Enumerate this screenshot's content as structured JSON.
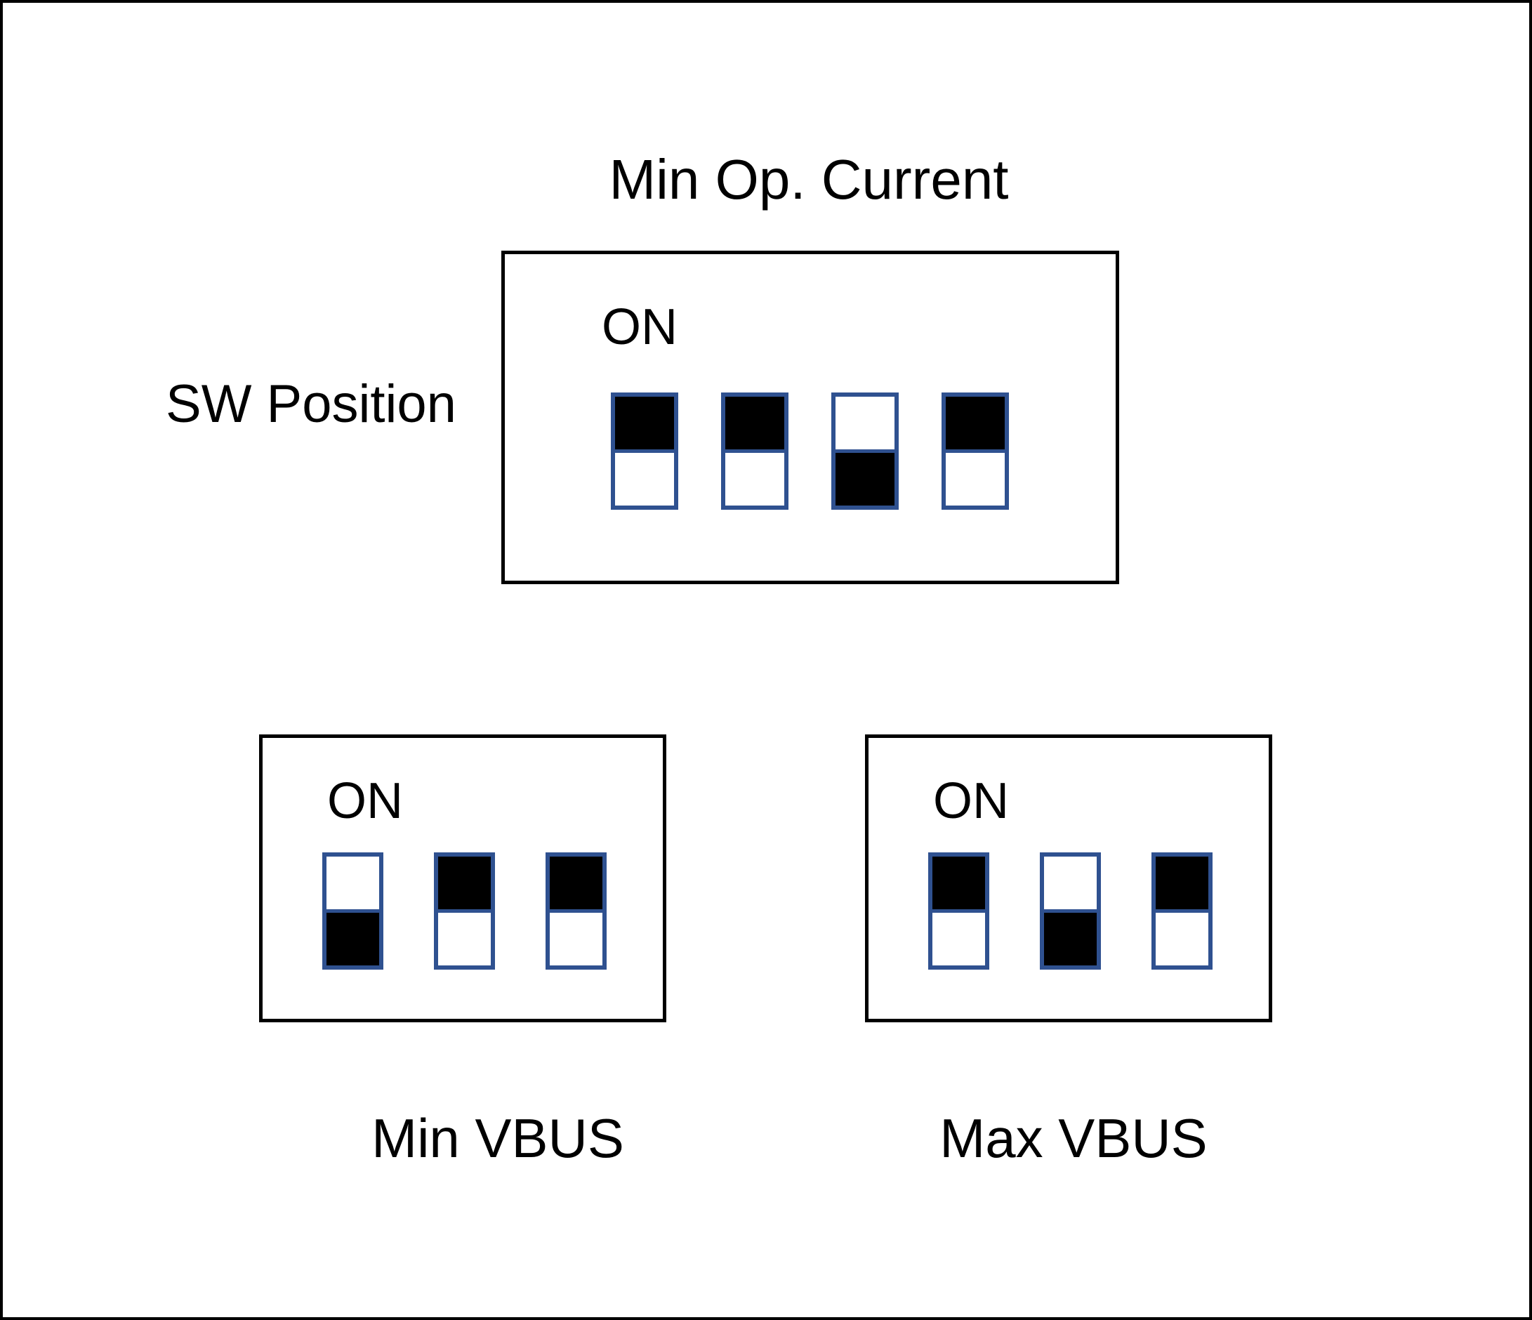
{
  "colors": {
    "background": "#ffffff",
    "border": "#000000",
    "text": "#000000",
    "switch_border": "#2f5190",
    "switch_fill": "#000000"
  },
  "title": "Min Op. Current",
  "side_label": "SW Position",
  "panels": [
    {
      "name": "Min Op. Current",
      "on_label": "ON",
      "switches": [
        "on",
        "on",
        "off",
        "on"
      ]
    },
    {
      "name": "Min VBUS",
      "caption": "Min VBUS",
      "on_label": "ON",
      "switches": [
        "off",
        "on",
        "on"
      ]
    },
    {
      "name": "Max VBUS",
      "caption": "Max VBUS",
      "on_label": "ON",
      "switches": [
        "on",
        "off",
        "on"
      ]
    }
  ]
}
